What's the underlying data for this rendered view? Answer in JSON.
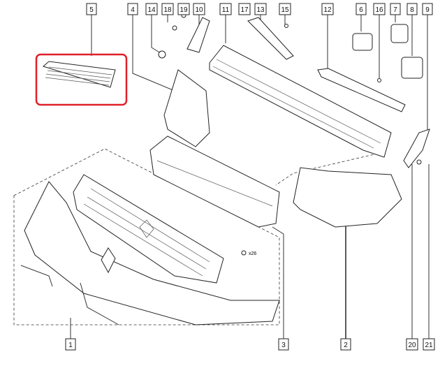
{
  "diagram": {
    "type": "exploded parts diagram - front bumper assembly",
    "highlight_color": "#e0202a",
    "highlighted_part": "5",
    "quantity_note": "x26",
    "top_labels": [
      "5",
      "4",
      "14",
      "18",
      "19",
      "10",
      "11",
      "17",
      "13",
      "15",
      "12",
      "6",
      "16",
      "7",
      "8",
      "9"
    ],
    "bottom_labels": [
      "1",
      "3",
      "2",
      "20",
      "21"
    ]
  }
}
